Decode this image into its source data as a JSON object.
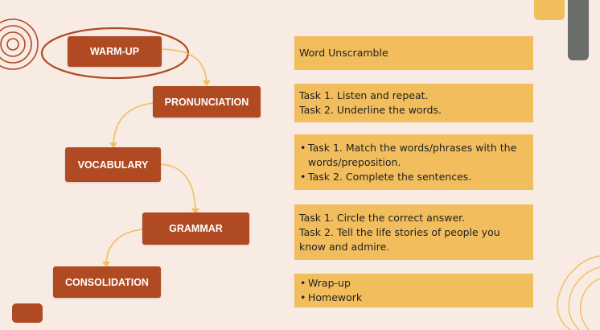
{
  "stages": [
    {
      "id": "warm-up",
      "label": "WARM-UP"
    },
    {
      "id": "pronunciation",
      "label": "PRONUNCIATION"
    },
    {
      "id": "vocabulary",
      "label": "VOCABULARY"
    },
    {
      "id": "grammar",
      "label": "GRAMMAR"
    },
    {
      "id": "consolidation",
      "label": "CONSOLIDATION"
    }
  ],
  "tasks": {
    "warmup": [
      "Word Unscramble"
    ],
    "pronunciation": [
      "Task 1. Listen and repeat.",
      "Task 2. Underline the words."
    ],
    "vocabulary": [
      "Task 1. Match the words/phrases with the words/preposition.",
      "Task 2. Complete the sentences."
    ],
    "grammar": [
      "Task 1. Circle the correct answer.",
      "Task 2. Tell the life stories of people you",
      "know and admire."
    ],
    "consolidation": [
      "Wrap-up",
      "Homework"
    ]
  },
  "colors": {
    "background": "#f7ebe3",
    "stage_fill": "#b04a22",
    "task_fill": "#f2bd5c",
    "arrow": "#f2bd5c",
    "highlight_ellipse": "#b04a22",
    "side_bar": "#6a6e6b"
  }
}
